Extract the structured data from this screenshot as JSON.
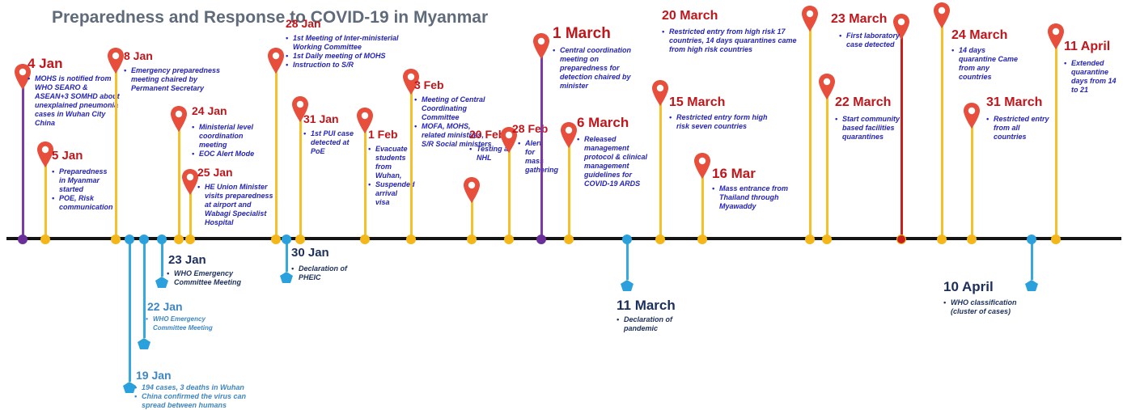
{
  "title": "Preparedness and Response to COVID-19 in Myanmar",
  "colors": {
    "event_pin": "#e84e3c",
    "above_stem": "#f5c02a",
    "below_stem": "#36a8e0",
    "axis": "#141414",
    "date_red": "#c0161b",
    "date_navy": "#1c2f5c",
    "text_blue": "#2424b8",
    "text_light_blue": "#3e86c4",
    "purple_stem": "#7b3aa8"
  },
  "events_above": [
    {
      "date": "4 Jan",
      "items": [
        "MOHS is notified from WHO SEARO & ASEAN+3 SOMHD about unexplained pneumonia cases in Wuhan City China"
      ]
    },
    {
      "date": "5 Jan",
      "items": [
        "Preparedness in Myanmar started",
        "POE, Risk communication"
      ]
    },
    {
      "date": "8 Jan",
      "items": [
        "Emergency preparedness meeting chaired by Permanent Secretary"
      ]
    },
    {
      "date": "24 Jan",
      "items": [
        "Ministerial level coordination meeting",
        "EOC Alert Mode"
      ]
    },
    {
      "date": "25 Jan",
      "items": [
        "HE Union Minister visits preparedness at airport and Wabagi Specialist Hospital"
      ]
    },
    {
      "date": "28 Jan",
      "items": [
        "1st Meeting of Inter-ministerial Working Committee",
        "1st Daily meeting of MOHS",
        "Instruction to S/R"
      ]
    },
    {
      "date": "31 Jan",
      "items": [
        "1st PUI case detected at PoE"
      ]
    },
    {
      "date": "1 Feb",
      "items": [
        "Evacuate students from Wuhan,",
        "Suspended arrival visa"
      ]
    },
    {
      "date": "3 Feb",
      "items": [
        "Meeting of Central Coordinating Committee",
        "MOFA, MOHS, related ministries, S/R Social ministers"
      ]
    },
    {
      "date": "20 Feb",
      "items": [
        "Testing at NHL"
      ]
    },
    {
      "date": "28 Feb",
      "items": [
        "Alert for mass gathering"
      ]
    },
    {
      "date": "1 March",
      "items": [
        "Central coordination meeting on preparedness for detection chaired by minister"
      ]
    },
    {
      "date": "6 March",
      "items": [
        "Released management protocol & clinical management guidelines for COVID-19 ARDS"
      ]
    },
    {
      "date": "15 March",
      "items": [
        "Restricted entry form high risk seven countries"
      ]
    },
    {
      "date": "16 Mar",
      "items": [
        "Mass entrance from Thailand through Myawaddy"
      ]
    },
    {
      "date": "20 March",
      "items": [
        "Restricted entry from high risk 17 countries, 14 days quarantines came from high risk countries"
      ]
    },
    {
      "date": "22 March",
      "items": [
        "Start community based facilities quarantines"
      ]
    },
    {
      "date": "23 March",
      "items": [
        "First laboratory case detected"
      ]
    },
    {
      "date": "24 March",
      "items": [
        "14 days quarantine Came from any countries"
      ]
    },
    {
      "date": "31 March",
      "items": [
        "Restricted entry from all countries"
      ]
    },
    {
      "date": "11 April",
      "items": [
        "Extended quarantine days from 14 to 21"
      ]
    }
  ],
  "events_below": [
    {
      "date": "19 Jan",
      "items": [
        "194 cases, 3 deaths in Wuhan",
        "China confirmed the virus can spread between humans"
      ]
    },
    {
      "date": "22 Jan",
      "items": [
        "WHO Emergency Committee Meeting"
      ]
    },
    {
      "date": "23 Jan",
      "items": [
        "WHO Emergency Committee Meeting"
      ]
    },
    {
      "date": "30 Jan",
      "items": [
        "Declaration of PHEIC"
      ]
    },
    {
      "date": "11 March",
      "items": [
        "Declaration of pandemic"
      ]
    },
    {
      "date": "10 April",
      "items": [
        "WHO classification (cluster of cases)"
      ]
    }
  ]
}
